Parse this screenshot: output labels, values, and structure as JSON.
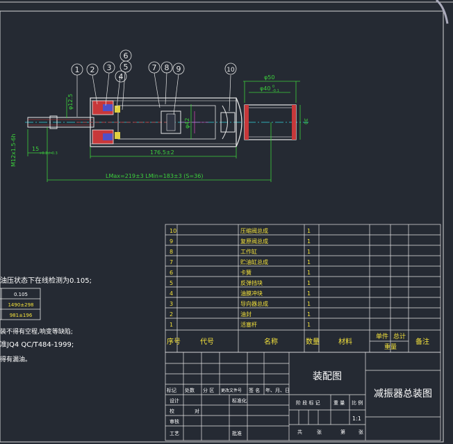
{
  "balloons": [
    "1",
    "2",
    "3",
    "4",
    "5",
    "6",
    "7",
    "8",
    "9",
    "10"
  ],
  "dimensions": {
    "d_rod": "φ12.5",
    "thread": "M12x1.5-6h",
    "d42": "φ42",
    "d50": "φ50",
    "d40": "φ40",
    "d40_tol_upper": "0",
    "d40_tol_lower": "-0.1",
    "d30": "30",
    "len_15": "15",
    "len_15_tol": "+0.3 / -0.3",
    "len_176": "176.5±2",
    "stroke_line": "LMax=219±3    LMin=183±3    (S=36)"
  },
  "notes": {
    "line1": "油压状态下在线检测为0.105;",
    "table": [
      [
        "",
        "0.105"
      ],
      [
        "",
        "1490±298"
      ],
      [
        "",
        "981±196"
      ]
    ],
    "line2": "装不得有空程,响变等缺陷;",
    "line3": "准JQ4 QC/T484-1999;",
    "line4": "得有漏油。"
  },
  "bom": {
    "rows": [
      {
        "no": "10",
        "name": "压缩阀总成",
        "qty": "1"
      },
      {
        "no": "9",
        "name": "复原阀总成",
        "qty": "1"
      },
      {
        "no": "8",
        "name": "工作缸",
        "qty": "1"
      },
      {
        "no": "7",
        "name": "贮油缸总成",
        "qty": "1"
      },
      {
        "no": "6",
        "name": "卡簧",
        "qty": "1"
      },
      {
        "no": "5",
        "name": "反弹挡块",
        "qty": "1"
      },
      {
        "no": "4",
        "name": "油膜冲块",
        "qty": "1"
      },
      {
        "no": "3",
        "name": "导向器总成",
        "qty": "1"
      },
      {
        "no": "2",
        "name": "油封",
        "qty": "1"
      },
      {
        "no": "1",
        "name": "活塞杆",
        "qty": "1"
      }
    ],
    "header": {
      "seq": "序号",
      "code": "代号",
      "name": "名称",
      "qty": "数量",
      "material": "材料",
      "unit": "单件",
      "total": "总计",
      "weight": "重量",
      "remark": "备注"
    }
  },
  "title_block": {
    "drawing_type": "装配图",
    "drawing_title": "减振器总装图",
    "rev_headers": [
      "标记",
      "处数",
      "分 区",
      "更改文件号",
      "签 名",
      "年、月、日"
    ],
    "design": "设计",
    "standardize": "标准化",
    "check": "校",
    "review": "审核",
    "process": "工艺",
    "approve": "批准",
    "to": "对",
    "stage_mark": "阶 段 标 记",
    "weight": "重 量",
    "scale": "比 例",
    "scale_value": "1:1",
    "total_sheets": "共",
    "sheets": "张",
    "sheet_no": "第",
    "sheet": "张"
  }
}
